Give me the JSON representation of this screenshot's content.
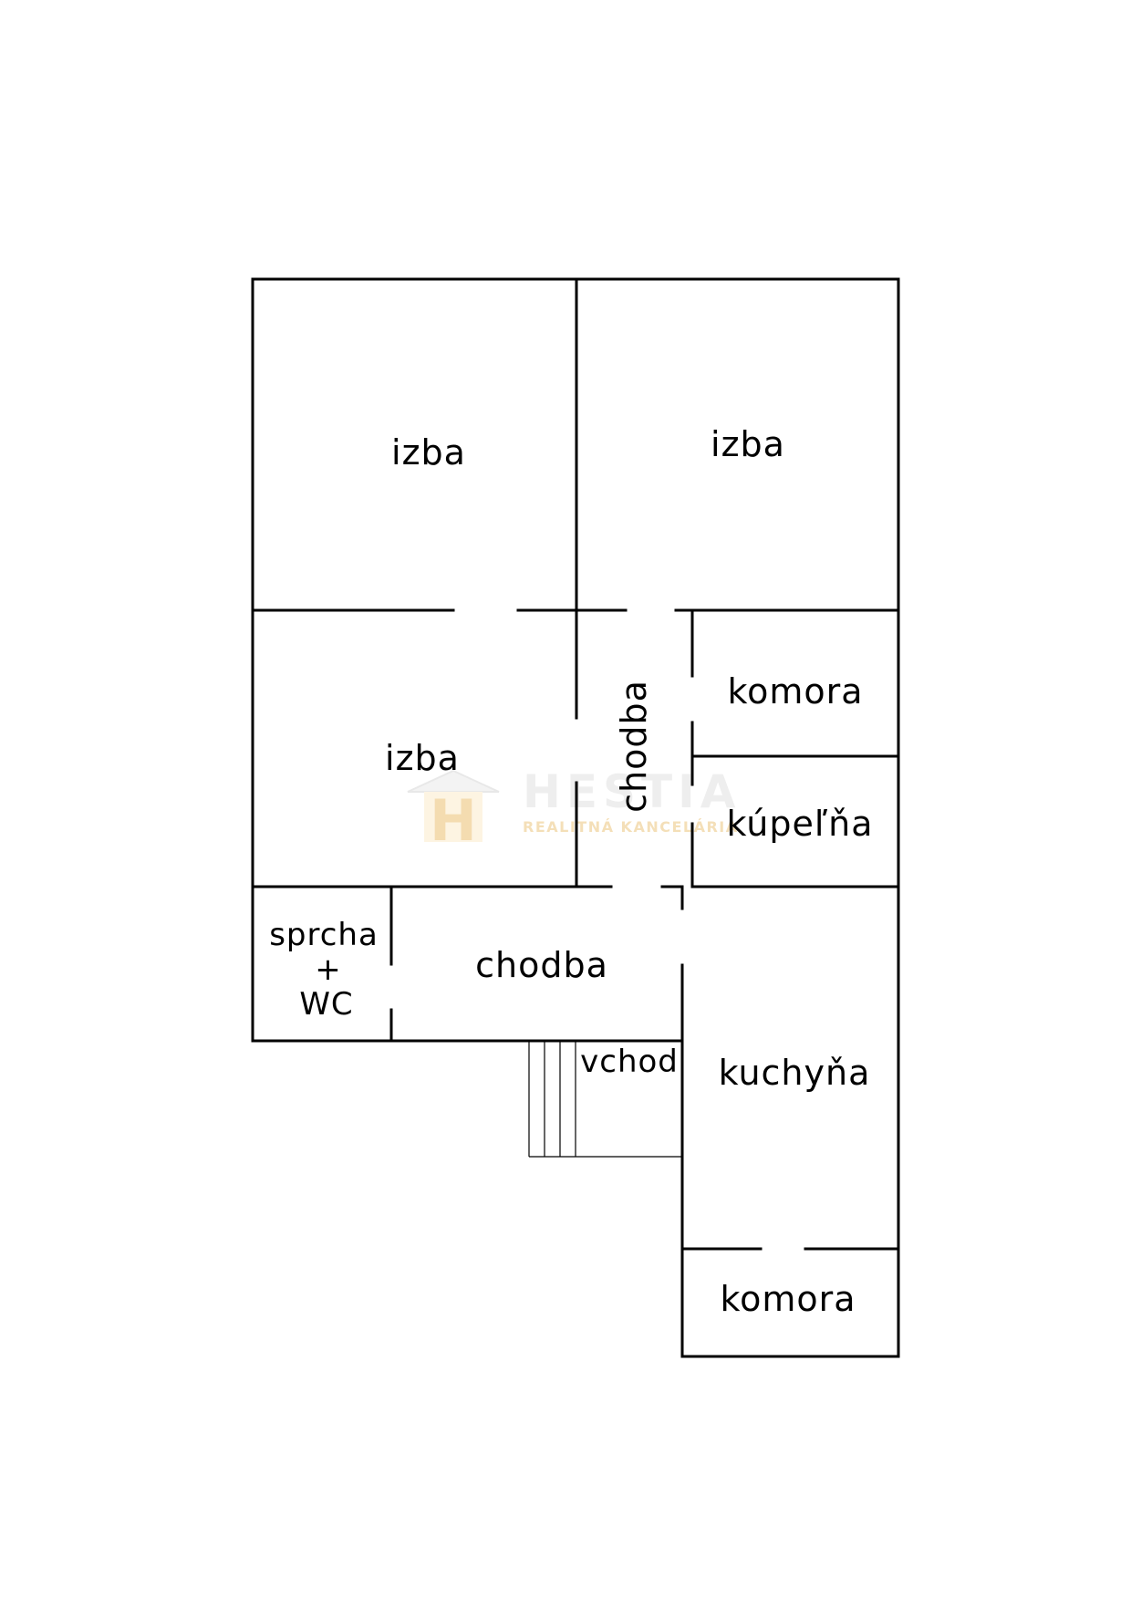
{
  "rooms": {
    "izba_top_left": "izba",
    "izba_top_right": "izba",
    "izba_middle": "izba",
    "komora_upper": "komora",
    "kupelna": "kúpeľňa",
    "chodba_vertical": "chodba",
    "sprcha_line1": "sprcha",
    "sprcha_line2": "+",
    "sprcha_line3": "WC",
    "chodba_lower": "chodba",
    "vchod": "vchod",
    "kuchyna": "kuchyňa",
    "komora_lower": "komora"
  },
  "watermark": {
    "name": "HESTIA",
    "subtitle": "REALITNÁ KANCELÁRIA",
    "letter": "H",
    "house_color": "#f2f2f2",
    "letter_color": "#f3d9a8",
    "text_color": "#ededed"
  },
  "colors": {
    "walls": "#000000",
    "background": "#ffffff"
  }
}
